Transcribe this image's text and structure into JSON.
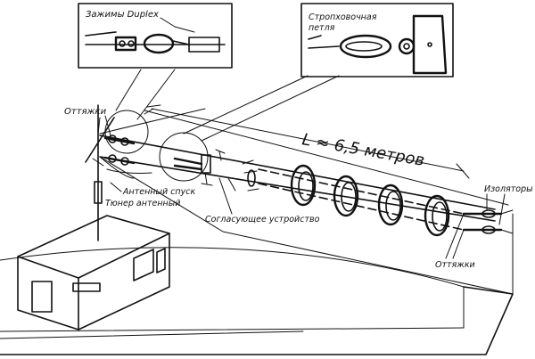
{
  "labels": {
    "duplex_clamps": "Зажимы Duplex",
    "sling_loop_line1": "Стропховочная",
    "sling_loop_line2": "петля",
    "guys_left": "Оттяжки",
    "length": "L ≈ 6,5 метров",
    "lead_in": "Антенный спуск",
    "tuner": "Тюнер антенный",
    "matching_device": "Согласующее устройство",
    "insulators": "Изоляторы",
    "guys_right": "Оттяжки"
  }
}
